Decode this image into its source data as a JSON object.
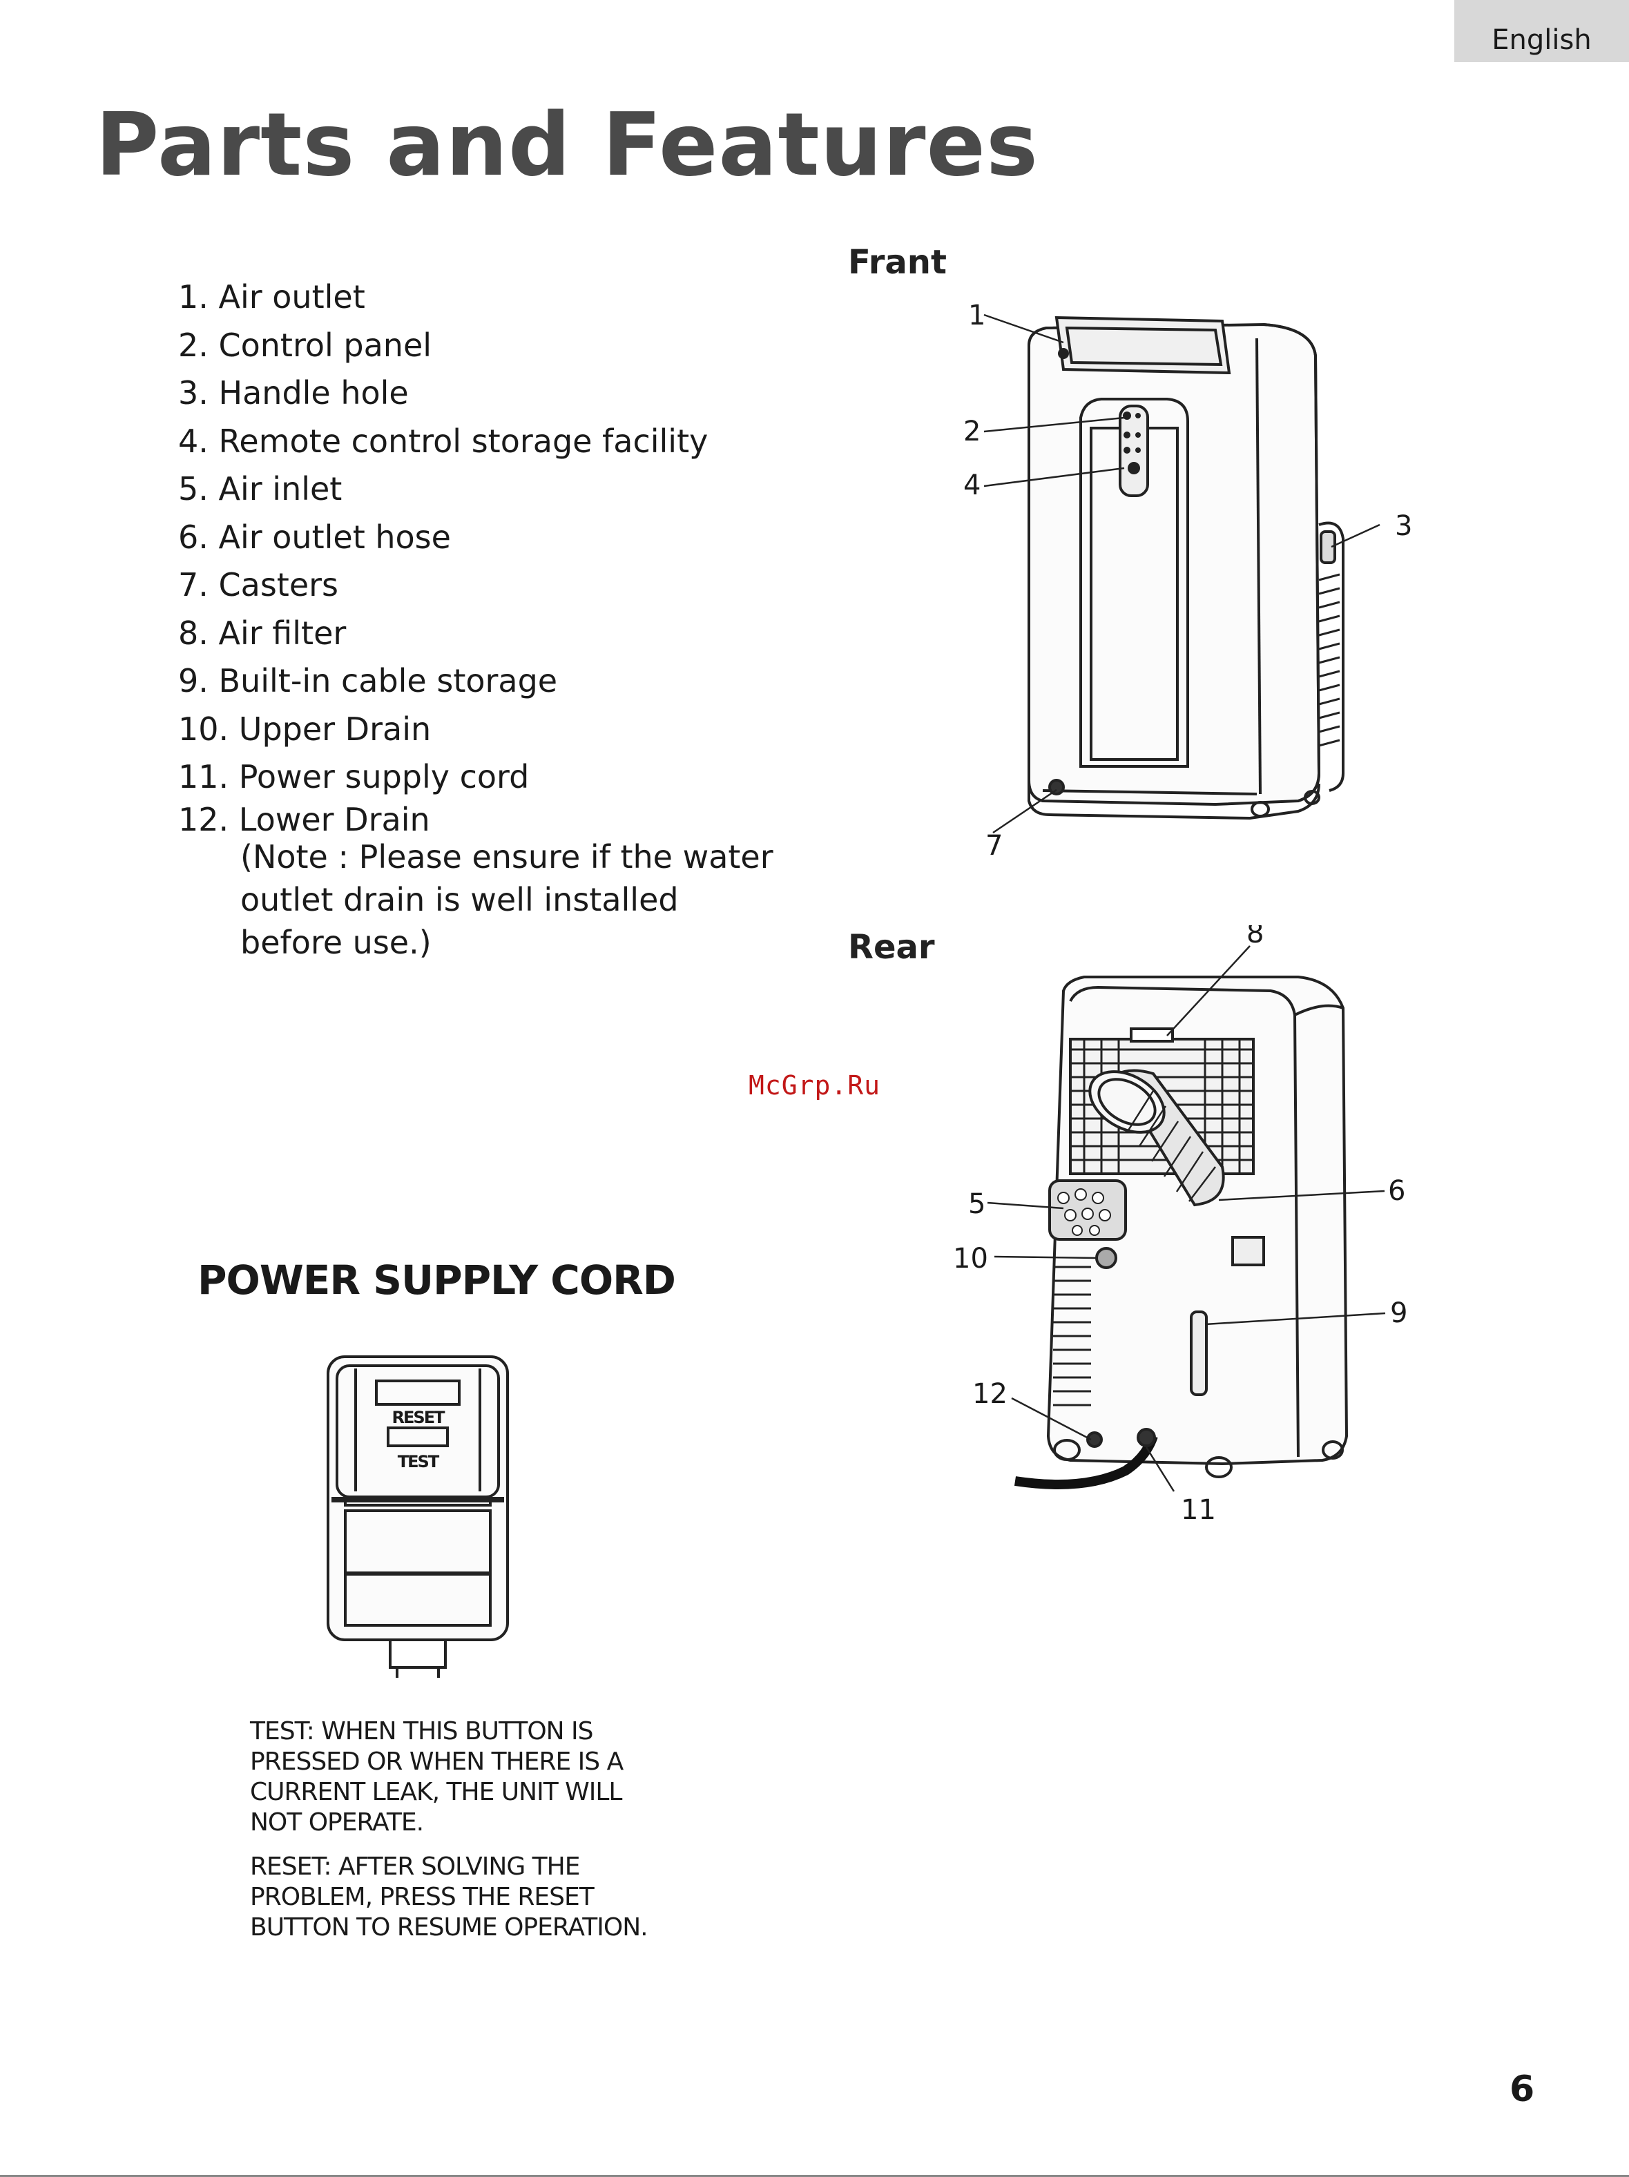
{
  "header": {
    "language": "English"
  },
  "page_title": "Parts and Features",
  "parts": [
    "1. Air outlet",
    "2. Control panel",
    "3. Handle hole",
    "4. Remote control storage facility",
    "5. Air inlet",
    "6. Air outlet hose",
    "7. Casters",
    "8. Air filter",
    "9. Built-in cable storage",
    "10. Upper Drain",
    "11. Power supply cord",
    "12. Lower Drain"
  ],
  "note_lines": [
    "(Note : Please ensure if the water",
    "outlet drain is well installed",
    "before use.)"
  ],
  "front": {
    "label": "Frant",
    "callouts": [
      "1",
      "2",
      "4",
      "3",
      "7"
    ]
  },
  "rear": {
    "label": "Rear",
    "callouts": [
      "8",
      "5",
      "6",
      "10",
      "9",
      "12",
      "11"
    ]
  },
  "watermark": "McGrp.Ru",
  "power_cord": {
    "title": "POWER SUPPLY CORD",
    "reset_label": "RESET",
    "test_label": "TEST",
    "test_text": [
      "TEST: WHEN THIS BUTTON IS",
      "PRESSED OR WHEN THERE IS A",
      "CURRENT LEAK, THE UNIT WILL",
      "NOT OPERATE."
    ],
    "reset_text": [
      "RESET: AFTER SOLVING THE",
      "PROBLEM, PRESS THE RESET",
      "BUTTON TO RESUME OPERATION."
    ]
  },
  "page_number": "6"
}
